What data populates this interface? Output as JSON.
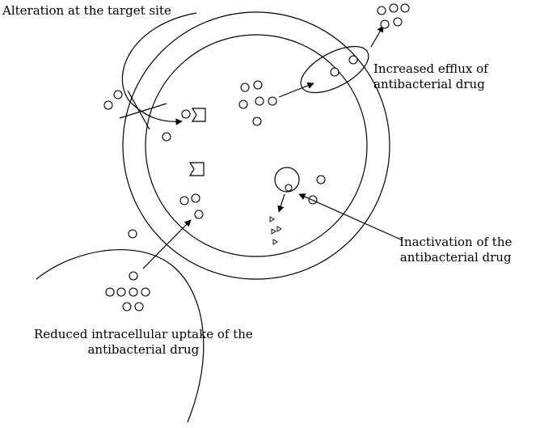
{
  "labels": {
    "target_site": "Alteration at the target site",
    "efflux": [
      "Increased efflux of",
      "antibacterial drug"
    ],
    "inactivation": [
      "Inactivation of the",
      "antibacterial drug"
    ],
    "uptake": [
      "Reduced intracellular uptake of the",
      "antibacterial drug"
    ]
  }
}
